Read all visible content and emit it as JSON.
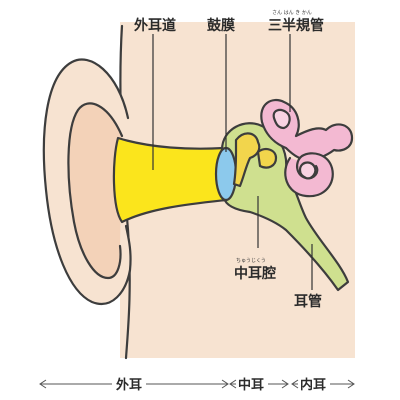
{
  "labels": {
    "ear_canal": "外耳道",
    "eardrum": "鼓膜",
    "semicircular_canals": "三半規管",
    "semicircular_canals_ruby": "さん はん き かん",
    "middle_ear_cavity": "中耳腔",
    "middle_ear_cavity_ruby": "ちゅうじくう",
    "eustachian_tube": "耳管"
  },
  "zones": {
    "outer_ear": "外耳",
    "middle_ear": "中耳",
    "inner_ear": "内耳"
  },
  "colors": {
    "skin": "#f7e3d1",
    "skin_inner": "#f3d2b8",
    "ear_canal": "#fbe51c",
    "eardrum": "#8cc9ec",
    "middle_ear": "#cfe08f",
    "ossicles": "#f2d54c",
    "inner_ear": "#f3b9d2",
    "cochlea_core": "#f8d3e2",
    "outline": "#3d3d3d"
  }
}
